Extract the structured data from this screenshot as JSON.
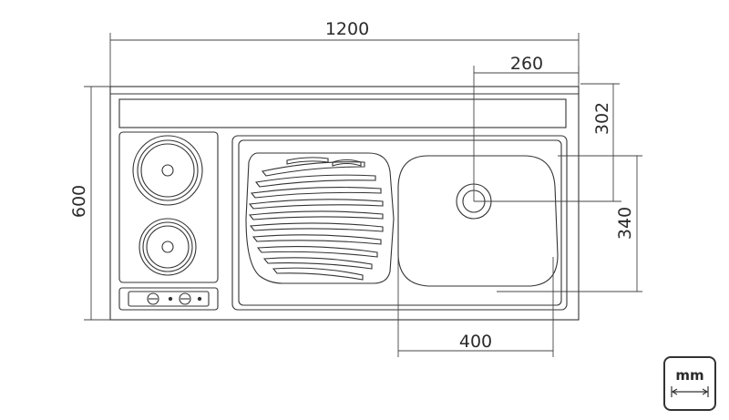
{
  "diagram": {
    "dimensions": {
      "overall_width": "1200",
      "overall_depth": "600",
      "drain_offset_x": "260",
      "drain_offset_y": "302",
      "bowl_depth": "340",
      "bowl_width": "400"
    },
    "unit_badge": {
      "label": "mm"
    },
    "components": {
      "cooktop_burners": 2,
      "control_knobs": 2
    }
  }
}
